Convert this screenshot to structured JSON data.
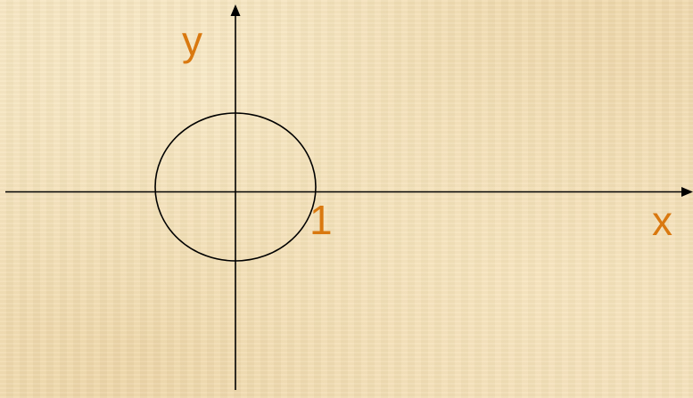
{
  "diagram": {
    "x_axis_label": "x",
    "y_axis_label": "y",
    "unit_tick_label": "1",
    "label_color": "#d9780f",
    "line_color": "#000000",
    "background_color": "#f3dfb6"
  }
}
